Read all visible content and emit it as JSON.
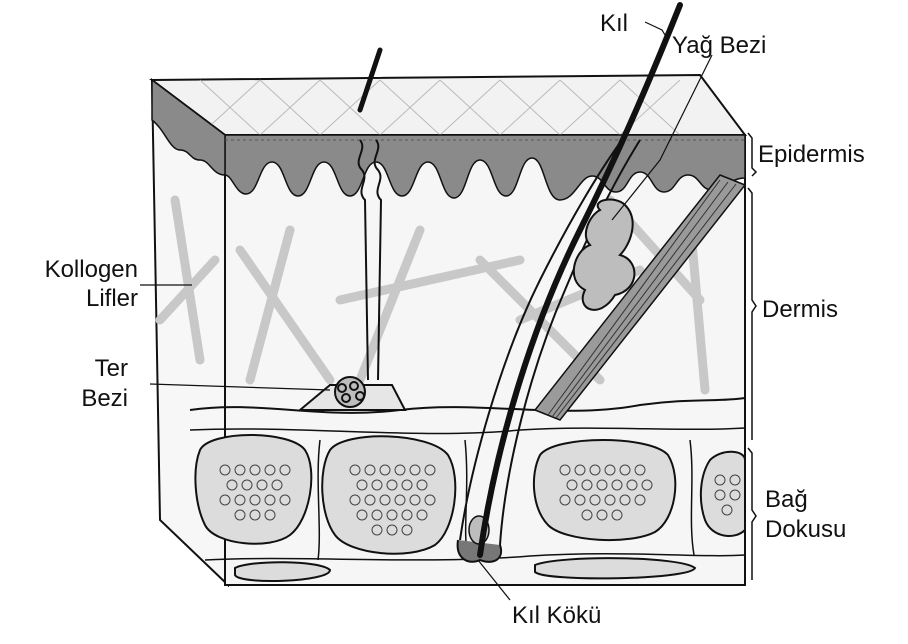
{
  "labels": {
    "hair": "Kıl",
    "sebaceous_gland": "Yağ Bezi",
    "epidermis": "Epidermis",
    "dermis": "Dermis",
    "connective_tissue_line1": "Bağ",
    "connective_tissue_line2": "Dokusu",
    "collagen_line1": "Kollogen",
    "collagen_line2": "Lifler",
    "sweat_gland_line1": "Ter",
    "sweat_gland_line2": "Bezi",
    "hair_root": "Kıl Kökü"
  },
  "colors": {
    "ink": "#111111",
    "epidermis_fill": "#8a8a8a",
    "surface_fill": "#f2f2f2",
    "dermis_fill": "#f6f6f6",
    "fat_fill": "#dcdcdc",
    "fiber": "#c8c8c8"
  }
}
